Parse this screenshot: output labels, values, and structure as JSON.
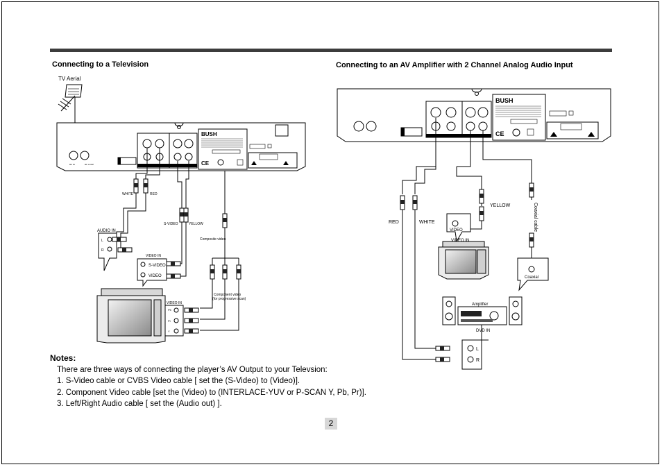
{
  "left_section": {
    "heading": "Connecting to a Television",
    "labels": {
      "tv_aerial": "TV Aerial",
      "white": "WHITE",
      "red": "RED",
      "s_video": "S-VIDEO",
      "yellow": "YELLOW",
      "composite_video": "Composite video",
      "audio_in": "AUDIO IN",
      "audio_l": "L",
      "audio_r": "R",
      "video_in": "VIDEO IN",
      "s_video_port": "S-VIDEO",
      "video_port": "VIDEO",
      "video_in_component": "VIDEO IN",
      "pb": "Pb",
      "pr": "Pr",
      "y": "Y",
      "component_video": "Component video",
      "component_video_note": "(for progressive scan)"
    }
  },
  "right_section": {
    "heading": "Connecting to an AV Amplifier with 2 Channel Analog Audio Input",
    "labels": {
      "red": "RED",
      "white": "WHITE",
      "yellow": "YELLOW",
      "coaxial_cable": "Coaxial cable",
      "video": "VIDEO",
      "video_in": "VIDEO IN",
      "coaxial": "Coaxial",
      "amplifier": "Amplifier",
      "dvd_in": "DVD IN",
      "l": "L",
      "r": "R"
    }
  },
  "player_panel": {
    "brand": "BUSH"
  },
  "notes": {
    "title": "Notes:",
    "intro": "There are three ways of connecting the player’s AV Output to your Televsion:",
    "items": [
      "1. S-Video cable or CVBS Video cable [ set the (S-Video) to (Video)].",
      "2. Component Video cable  [set the (Video) to (INTERLACE-YUV or P-SCAN Y, Pb, Pr)].",
      "3. Left/Right Audio cable [ set the (Audio out) ]."
    ]
  },
  "page_number": "2"
}
